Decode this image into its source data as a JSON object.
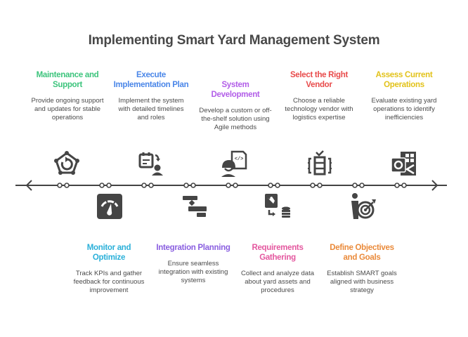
{
  "title": "Implementing Smart Yard Management System",
  "colors": {
    "line": "#444444",
    "icon": "#454545"
  },
  "steps_top": [
    {
      "heading": "Maintenance and Support",
      "description": "Provide ongoing support and updates for stable operations",
      "color": "#3cc47c",
      "icon": "pentagon-refresh-icon"
    },
    {
      "heading": "Execute Implementation Plan",
      "description": "Implement the system with detailed timelines and roles",
      "color": "#4a86e8",
      "icon": "calendar-person-icon"
    },
    {
      "heading": "System Development",
      "description": "Develop a custom or off-the-shelf solution using Agile methods",
      "color": "#b25ee8",
      "icon": "developer-code-icon"
    },
    {
      "heading": "Select the Right Vendor",
      "description": "Choose a reliable technology vendor with logistics expertise",
      "color": "#e84b4b",
      "icon": "server-check-icon"
    },
    {
      "heading": "Assess Current Operations",
      "description": "Evaluate existing yard operations to identify inefficiencies",
      "color": "#e2c21a",
      "icon": "spreadsheet-icon"
    }
  ],
  "steps_bottom": [
    {
      "heading": "Monitor and Optimize",
      "description": "Track KPIs and gather feedback for continuous improvement",
      "color": "#2bb0d9",
      "icon": "gauge-icon"
    },
    {
      "heading": "Integration Planning",
      "description": "Ensure seamless integration with existing systems",
      "color": "#8a5fe0",
      "icon": "gantt-icon"
    },
    {
      "heading": "Requirements Gathering",
      "description": "Collect and analyze data about yard assets and procedures",
      "color": "#e4589f",
      "icon": "document-database-icon"
    },
    {
      "heading": "Define Objectives and Goals",
      "description": "Establish SMART goals aligned with business strategy",
      "color": "#ea8a3a",
      "icon": "person-target-icon"
    }
  ]
}
